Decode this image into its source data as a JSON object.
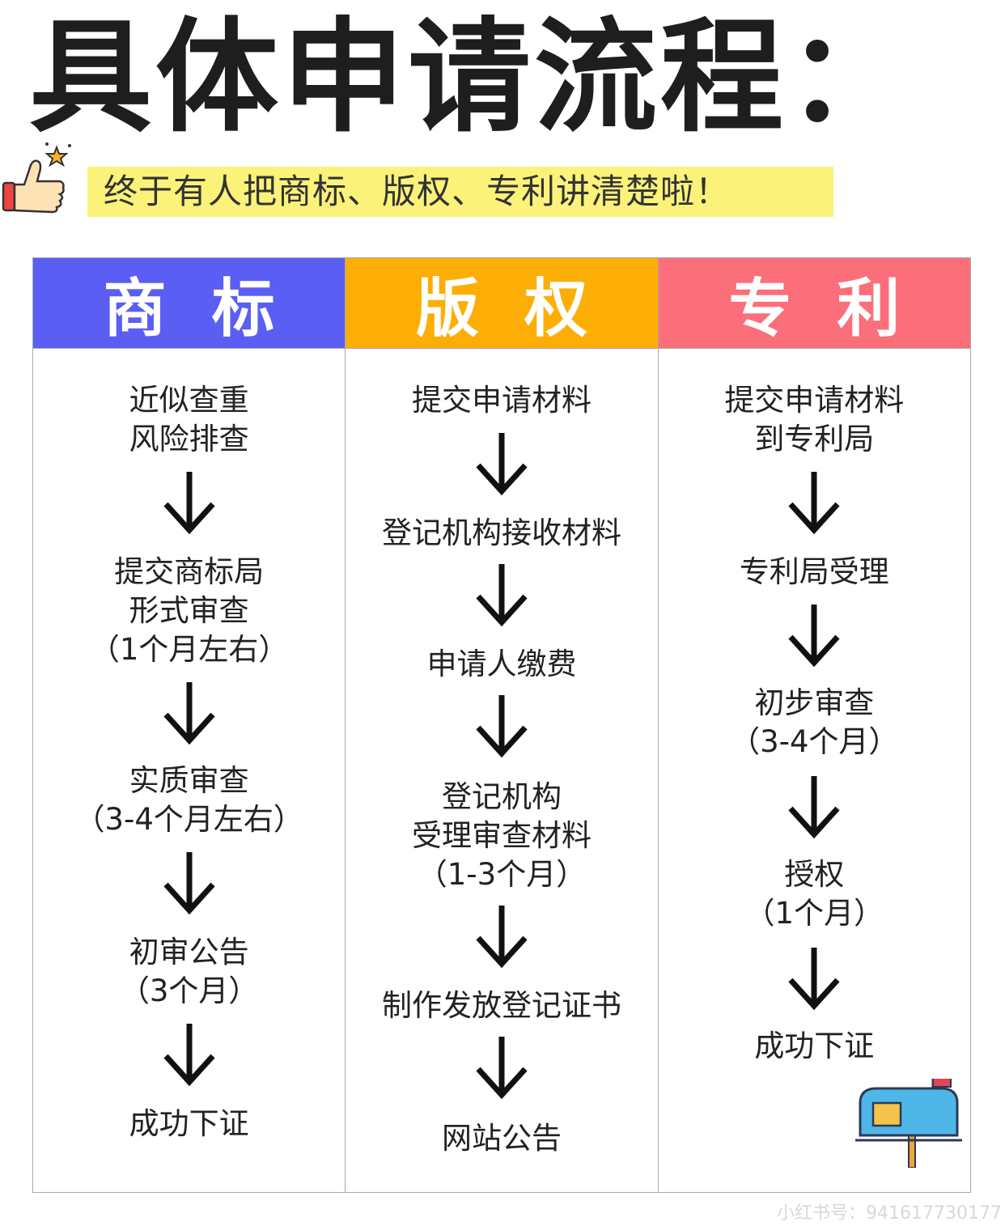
{
  "title": "具体申请流程：",
  "subtitle": "终于有人把商标、版权、专利讲清楚啦！",
  "icons": {
    "thumb": "thumbs-up-icon",
    "arrow": "down-arrow-icon",
    "mailbox": "mailbox-icon"
  },
  "colors": {
    "trademark": "#5b5ef2",
    "copyright": "#fdae06",
    "patent": "#fb6f7a",
    "highlight": "#fbf27a"
  },
  "columns": [
    {
      "header": "商标",
      "steps": [
        {
          "text": "近似查重\n风险排查"
        },
        {
          "text": "提交商标局\n形式审查\n（1个月左右）"
        },
        {
          "text": "实质审查\n（3-4个月左右）"
        },
        {
          "text": "初审公告\n（3个月）"
        },
        {
          "text": "成功下证"
        }
      ]
    },
    {
      "header": "版权",
      "steps": [
        {
          "text": "提交申请材料"
        },
        {
          "text": "登记机构接收材料"
        },
        {
          "text": "申请人缴费"
        },
        {
          "text": "登记机构\n受理审查材料\n（1-3个月）"
        },
        {
          "text": "制作发放登记证书"
        },
        {
          "text": "网站公告"
        }
      ]
    },
    {
      "header": "专利",
      "steps": [
        {
          "text": "提交申请材料\n到专利局"
        },
        {
          "text": "专利局受理"
        },
        {
          "text": "初步审查\n（3-4个月）"
        },
        {
          "text": "授权\n（1个月）"
        },
        {
          "text": "成功下证"
        }
      ]
    }
  ],
  "watermark": "小红书号：941617730177"
}
